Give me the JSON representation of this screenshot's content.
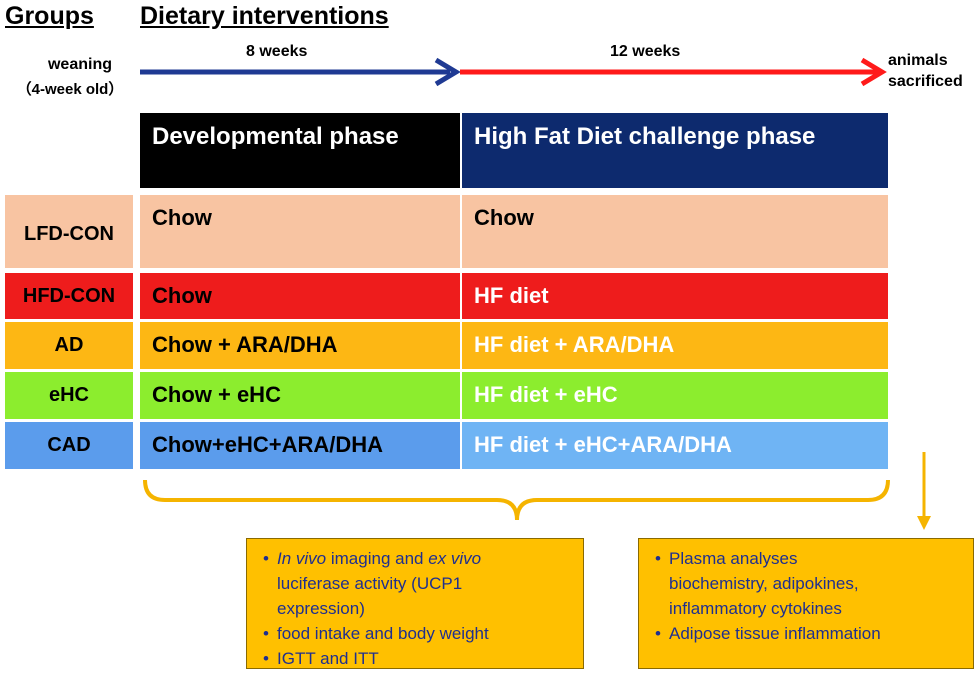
{
  "headers": {
    "groups": "Groups",
    "interventions": "Dietary interventions"
  },
  "timeline": {
    "start_label_line1": "weaning",
    "start_label_line2": "（4-week old）",
    "phase1_duration": "8 weeks",
    "phase2_duration": "12 weeks",
    "end_label_line1": "animals",
    "end_label_line2": "sacrificed",
    "phase1_color": "#1f3a93",
    "phase2_color": "#ff1a1a"
  },
  "phases": {
    "developmental": "Developmental phase",
    "hfd_challenge": "High Fat Diet challenge phase",
    "developmental_color": "#000000",
    "hfd_color": "#0d2a6e"
  },
  "groups": [
    {
      "name": "LFD-CON",
      "dev": "Chow",
      "hfd": "Chow",
      "color": "#f8c4a2"
    },
    {
      "name": "HFD-CON",
      "dev": "Chow",
      "hfd": "HF diet",
      "color": "#ee1c1c"
    },
    {
      "name": "AD",
      "dev": "Chow + ARA/DHA",
      "hfd": "HF diet + ARA/DHA",
      "color": "#fdb714"
    },
    {
      "name": "eHC",
      "dev": "Chow + eHC",
      "hfd": "HF diet + eHC",
      "color": "#8ced2e"
    },
    {
      "name": "CAD",
      "dev": "Chow+eHC+ARA/DHA",
      "hfd": "HF diet + eHC+ARA/DHA",
      "color": "#5b9cec",
      "hfd_color": "#6fb4f4"
    }
  ],
  "measurements_left": {
    "item1_italic_a": "In vivo",
    "item1_text_a": "  imaging and ",
    "item1_italic_b": "ex vivo",
    "item1_line2": "luciferase activity (UCP1",
    "item1_line3": "expression)",
    "item2": "food intake and body weight",
    "item3": "IGTT and ITT"
  },
  "measurements_right": {
    "item1": "Plasma analyses",
    "item1_line2": "biochemistry, adipokines,",
    "item1_line3": "inflammatory cytokines",
    "item2": "Adipose tissue inflammation"
  },
  "bracket_color": "#f5b400"
}
